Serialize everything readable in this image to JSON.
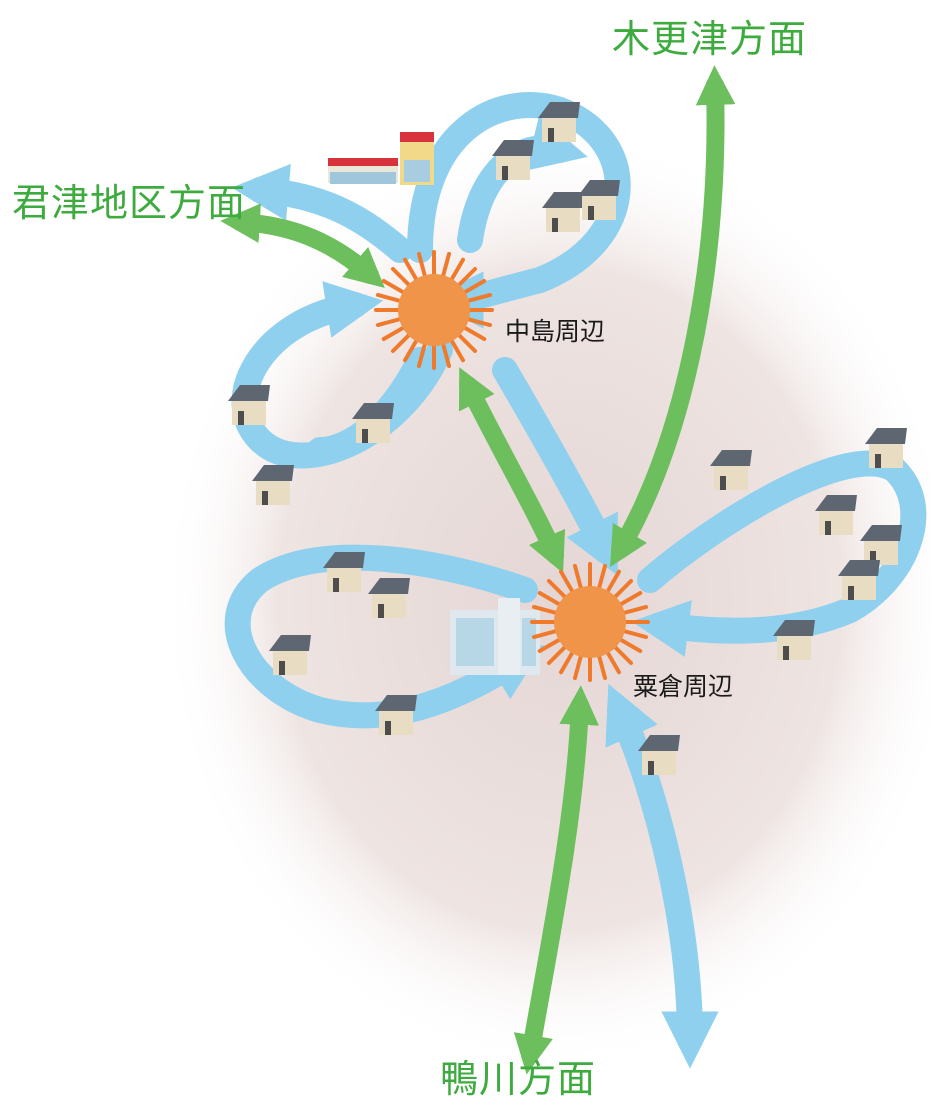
{
  "labels": {
    "kisarazu": "木更津方面",
    "kimitsu": "君津地区方面",
    "kamogawa": "鴨川方面",
    "nakajima": "中島周辺",
    "kurakura": "粟倉周辺"
  },
  "colors": {
    "green_arrow": "#6cbf5c",
    "blue_arrow": "#8fd0ee",
    "hub_orange": "#f0944a",
    "hub_rays": "#f07a2c",
    "background_blob": "#ece3e1",
    "direction_text": "#3eab3f"
  }
}
